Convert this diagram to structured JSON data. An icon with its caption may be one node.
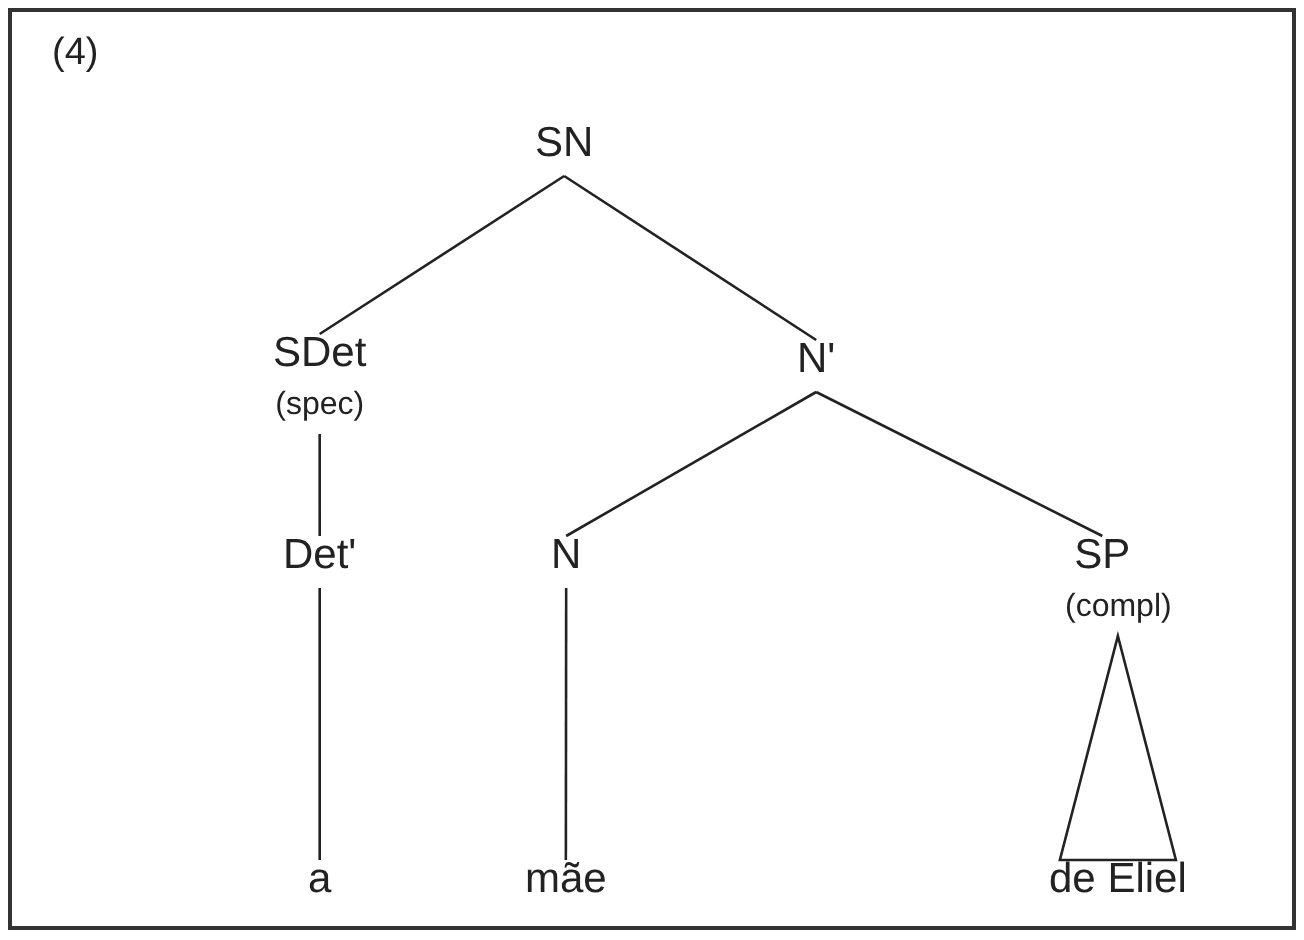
{
  "diagram": {
    "nodes": [
      {
        "text": [
          "SN"
        ]
      },
      {
        "text": [
          "SDet",
          "(spec)"
        ]
      },
      {
        "text": [
          "N'"
        ]
      },
      {
        "text": [
          "Det'"
        ]
      },
      {
        "text": [
          "N"
        ]
      },
      {
        "text": [
          "SP",
          "(compl)"
        ]
      },
      {
        "text": [
          "a"
        ]
      },
      {
        "text": [
          "mãe"
        ]
      },
      {
        "text": [
          "de Eliel"
        ]
      }
    ],
    "edges": [
      {
        "from": 0,
        "to": 1,
        "arrow": "none"
      },
      {
        "from": 0,
        "to": 2,
        "arrow": "none"
      },
      {
        "from": 1,
        "to": 3,
        "arrow": "none"
      },
      {
        "from": 2,
        "to": 4,
        "arrow": "none"
      },
      {
        "from": 2,
        "to": 5,
        "arrow": "none"
      },
      {
        "from": 3,
        "to": 6,
        "arrow": "none"
      },
      {
        "from": 4,
        "to": 7,
        "arrow": "none"
      },
      {
        "from": 5,
        "to": 8,
        "arrow": "none"
      }
    ],
    "labels": [
      "(4)"
    ]
  }
}
